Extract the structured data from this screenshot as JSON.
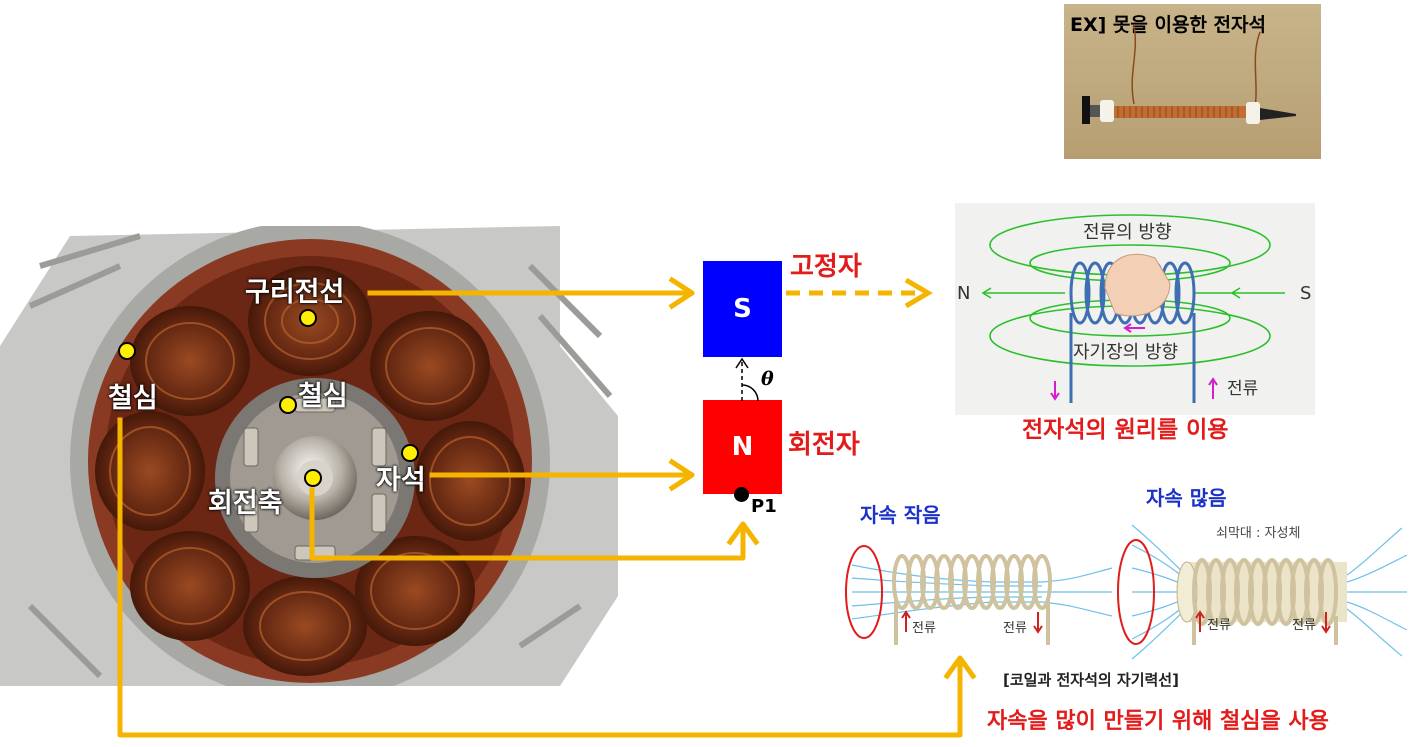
{
  "example": {
    "caption": "EX] 못을 이용한 전자석"
  },
  "motor": {
    "labels": {
      "copper_wire": "구리전선",
      "iron_core_outer": "철심",
      "iron_core_inner": "철심",
      "magnet": "자석",
      "rotation_axis": "회전축"
    }
  },
  "schematic": {
    "stator_pole": "S",
    "rotor_pole": "N",
    "stator_label": "고정자",
    "rotor_label": "회전자",
    "angle_symbol": "θ",
    "point_label": "P1"
  },
  "electromagnet": {
    "current_direction": "전류의 방향",
    "field_direction": "자기장의 방향",
    "north": "N",
    "south": "S",
    "current": "전류",
    "principle": "전자석의 원리를 이용"
  },
  "coils": {
    "low_flux": "자속 작음",
    "high_flux": "자속 많음",
    "core_note": "쇠막대 : 자성체",
    "current": "전류",
    "caption": "[코일과 전자석의 자기력선]",
    "conclusion": "자속을 많이 만들기 위해 철심을 사용"
  },
  "colors": {
    "arrow": "#f5b400",
    "stator_box": "#0000ff",
    "rotor_box": "#ff0000",
    "emphasis_red": "#e21b1b",
    "emphasis_blue": "#1b32c8"
  }
}
